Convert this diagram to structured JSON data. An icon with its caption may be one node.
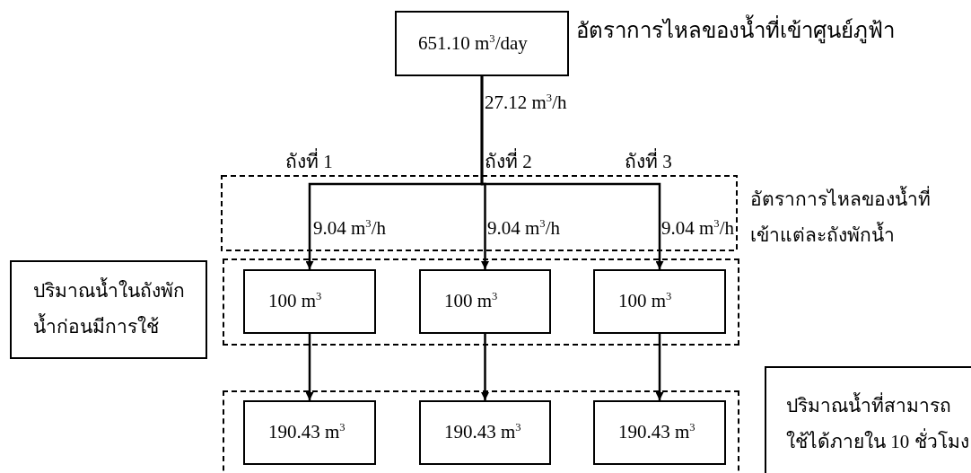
{
  "diagram": {
    "nodes": [
      {
        "text": [
          "651.10 m$^{3}$/day"
        ],
        "beside": [
          "อัตราการไหลของน้ำที่เข้าศูนย์ภูฟ้า"
        ]
      },
      {
        "text": [
          "ปริมาณน้ำในถังพักน้ำก่อนมีการใช้"
        ]
      },
      {
        "text": [],
        "shape": "box"
      },
      {
        "text": [
          "100 m$^{3}$"
        ],
        "in": 2
      },
      {
        "text": [
          "100 m$^{3}$"
        ],
        "in": 2
      },
      {
        "text": [
          "100 m$^{3}$"
        ],
        "in": 2
      },
      {
        "text": [],
        "shape": "box"
      },
      {
        "text": [
          "190.43 m$^{3}$"
        ],
        "in": 6
      },
      {
        "text": [
          "190.43 m$^{3}$"
        ],
        "in": 6
      },
      {
        "text": [
          "190.43 m$^{3}$"
        ],
        "in": 6
      },
      {
        "text": [
          "ปริมาณน้ำที่สามารถใช้ได้ภายใน 10 ชั่วโมง"
        ]
      }
    ],
    "edges": [
      {
        "from": 0,
        "to": 3,
        "arrow": "to",
        "label": "9.04 m$^{3}$/h"
      },
      {
        "from": 0,
        "to": 4,
        "arrow": "to",
        "label": "9.04 m$^{3}$/h"
      },
      {
        "from": 0,
        "to": 5,
        "arrow": "to",
        "label": "9.04 m$^{3}$/h"
      },
      {
        "from": 3,
        "to": 7,
        "arrow": "to"
      },
      {
        "from": 4,
        "to": 8,
        "arrow": "to"
      },
      {
        "from": 5,
        "to": 9,
        "arrow": "to"
      }
    ],
    "labels": [
      "27.12 m$^{3}$/h",
      "ถังที่ 1",
      "ถังที่ 2",
      "ถังที่ 3",
      "อัตราการไหลของน้ำที่ เข้าแต่ละถังพักน้ำ"
    ]
  }
}
